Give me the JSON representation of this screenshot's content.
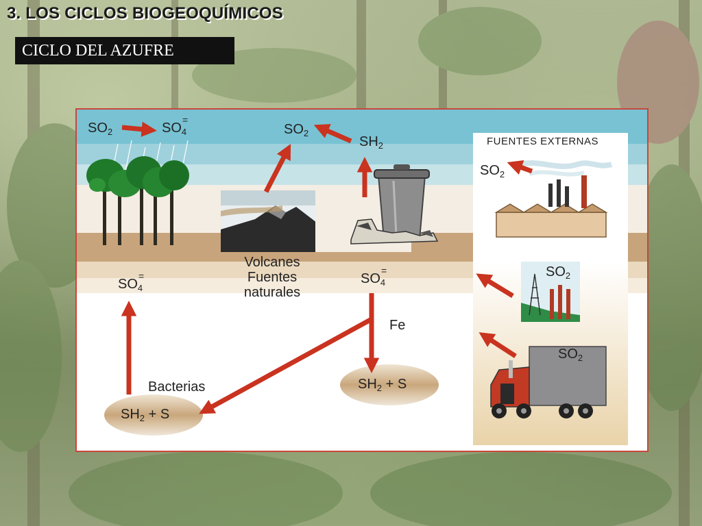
{
  "slide_title": "3. LOS CICLOS BIOGEOQUÍMICOS",
  "subtitle": "CICLO DEL AZUFRE",
  "diagram": {
    "top_left": {
      "left_base": "SO",
      "left_sub": "2",
      "right_base": "SO",
      "right_sub": "4",
      "right_sup": "="
    },
    "top_center": {
      "left_base": "SO",
      "left_sub": "2",
      "right_base": "SH",
      "right_sub": "2"
    },
    "volcanoes_label": [
      "Volcanes",
      "Fuentes",
      "naturales"
    ],
    "soil_left": {
      "base": "SO",
      "sub": "4",
      "sup": "="
    },
    "soil_center": {
      "base": "SO",
      "sub": "4",
      "sup": "="
    },
    "fe_label": "Fe",
    "bacteria_label": "Bacterias",
    "ellipse_left": {
      "base": "SH",
      "sub": "2",
      "rest": " + S"
    },
    "ellipse_right": {
      "base": "SH",
      "sub": "2",
      "rest": " + S"
    },
    "external_sources_title": "FUENTES EXTERNAS",
    "factory": {
      "base": "SO",
      "sub": "2"
    },
    "power_plant": {
      "base": "SO",
      "sub": "2"
    },
    "truck": {
      "base": "SO",
      "sub": "2"
    }
  },
  "colors": {
    "arrow": "#c9331f",
    "sky": "#7ec4d4",
    "soil": "#c8a97e",
    "frame": "#c9463a"
  }
}
